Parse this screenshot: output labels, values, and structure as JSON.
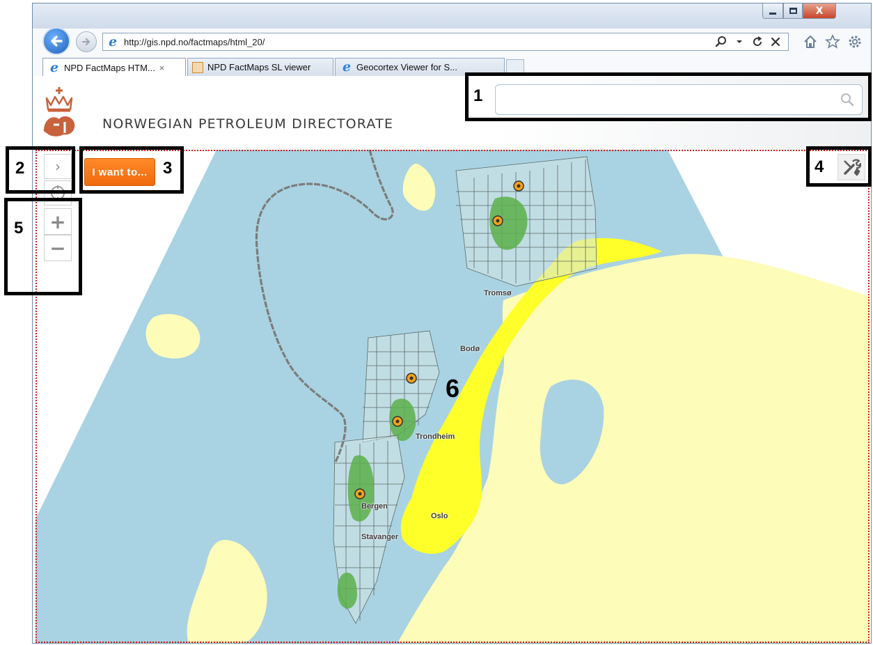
{
  "browser": {
    "window_controls": {
      "minimize": "",
      "maximize": "",
      "close": "X"
    },
    "address": {
      "url": "http://gis.npd.no/factmaps/html_20/"
    },
    "tabs": [
      {
        "label": "NPD FactMaps HTM...",
        "close": "×",
        "active": true
      },
      {
        "label": "NPD FactMaps SL viewer",
        "active": false
      },
      {
        "label": "Geocortex Viewer for S...",
        "active": false
      }
    ]
  },
  "header": {
    "organization": "NORWEGIAN PETROLEUM DIRECTORATE",
    "search": {
      "value": "",
      "placeholder": ""
    }
  },
  "map": {
    "controls": {
      "expand_label": "›",
      "zoom_in_label": "+",
      "zoom_out_label": "−",
      "i_want_to_label": "I want to..."
    },
    "places": [
      {
        "name": "Tromsø"
      },
      {
        "name": "Bodø"
      },
      {
        "name": "Trondheim"
      },
      {
        "name": "Bergen"
      },
      {
        "name": "Oslo"
      },
      {
        "name": "Stavanger"
      }
    ],
    "colors": {
      "sea": "#a9d3e2",
      "land": "#fefcb9",
      "norway": "#ffff2a",
      "fields": "#5cb04a"
    }
  },
  "annotations": [
    "1",
    "2",
    "3",
    "4",
    "5",
    "6"
  ]
}
